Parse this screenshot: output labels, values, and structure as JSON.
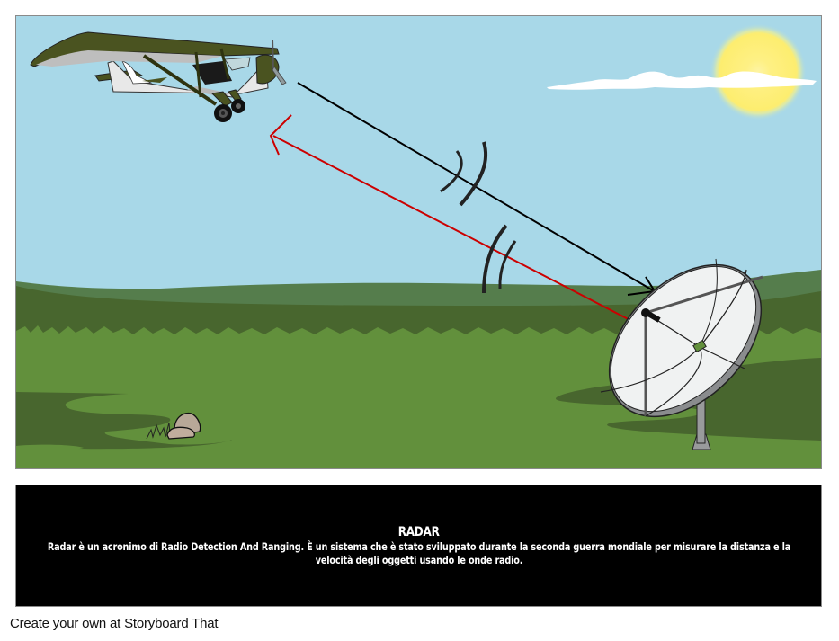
{
  "scene": {
    "description": "Radar illustration: a small airplane in the sky, a radar dish on a green field emitting a black signal toward the plane and receiving a red reflected signal back",
    "colors": {
      "sky": "#a8d8e8",
      "hill_far": "#557d4c",
      "hill_mid": "#48662e",
      "field": "#62903c",
      "field_shadow": "#48662e",
      "sun": "#fdee72",
      "outgoing_signal": "#000000",
      "reflected_signal": "#cc0000",
      "plane_body": "#e8e8e8",
      "plane_trim": "#4a5320",
      "dish": "#f0f2f2",
      "rock": "#b8a898"
    },
    "elements": {
      "airplane": "airplane",
      "sun": "sun",
      "cloud": "cloud",
      "radar_dish": "radar-dish",
      "outgoing_signal": "outgoing-signal-arrow",
      "reflected_signal": "reflected-signal-arrow",
      "rocks": "rocks"
    }
  },
  "caption": {
    "title": "RADAR",
    "body": "Radar è un acronimo di Radio Detection And Ranging. È un sistema che è stato sviluppato durante la seconda guerra mondiale per misurare la distanza e la velocità degli oggetti usando le onde radio."
  },
  "footer": {
    "text": "Create your own at Storyboard That"
  }
}
